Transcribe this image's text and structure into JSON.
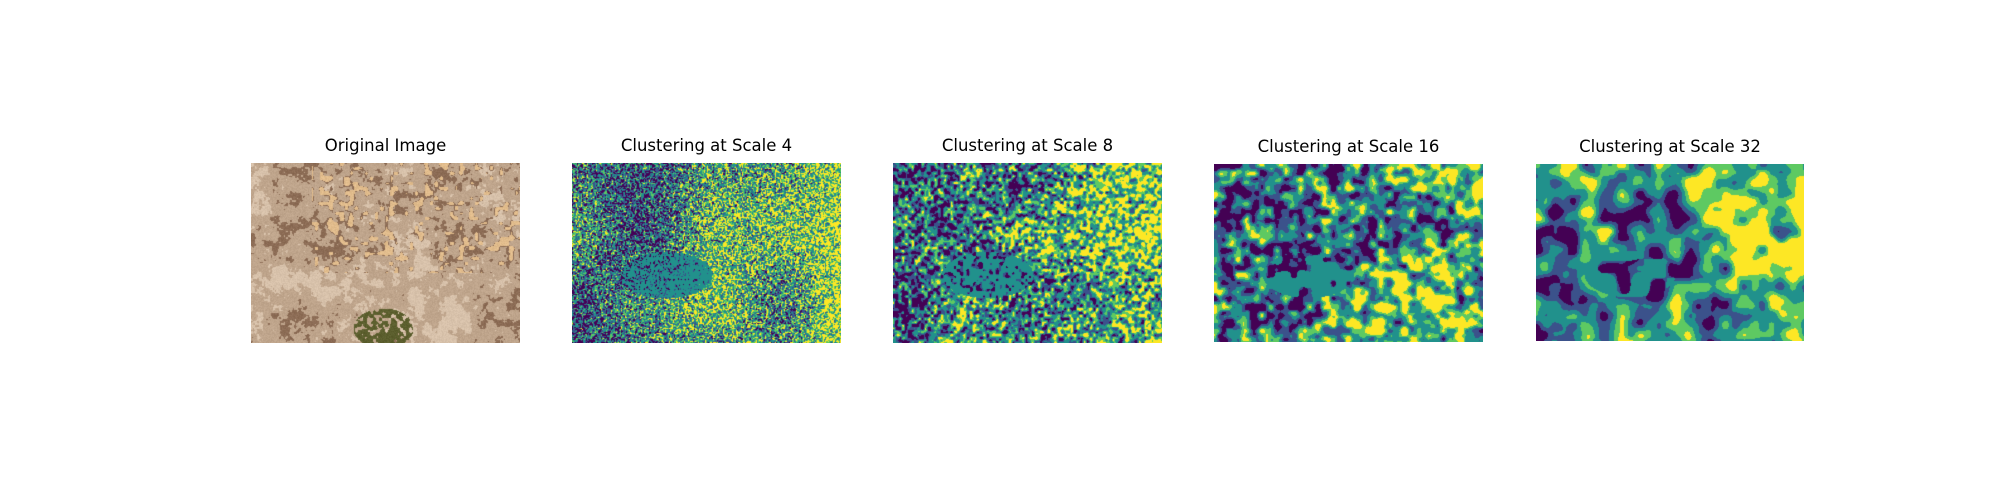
{
  "figure": {
    "panels": [
      {
        "title": "Original Image",
        "kind": "photo",
        "description_colors": {
          "base": "#bfa58c",
          "dark": "#8c6c55",
          "light": "#d8c2ab",
          "shrub": "#5c5f2e"
        }
      },
      {
        "title": "Clustering at Scale 4",
        "kind": "cluster_map",
        "scale": 4
      },
      {
        "title": "Clustering at Scale 8",
        "kind": "cluster_map",
        "scale": 8
      },
      {
        "title": "Clustering at Scale 16",
        "kind": "cluster_map",
        "scale": 16
      },
      {
        "title": "Clustering at Scale 32",
        "kind": "cluster_map",
        "scale": 32
      }
    ],
    "colormap": [
      "#440154",
      "#3b528b",
      "#21918c",
      "#5ec962",
      "#fde725"
    ]
  }
}
